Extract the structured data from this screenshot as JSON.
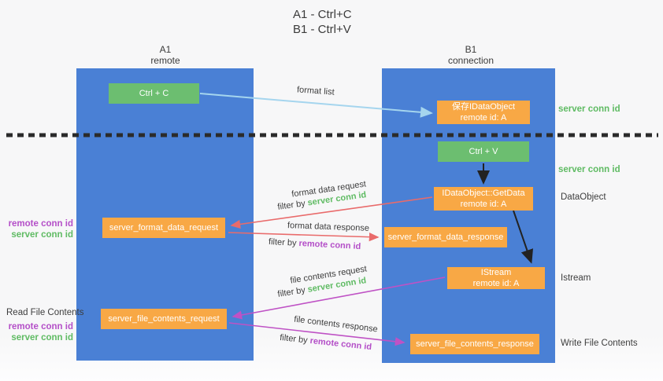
{
  "title": {
    "line1": "A1 - Ctrl+C",
    "line2": "B1 - Ctrl+V"
  },
  "lanes": {
    "left": {
      "title": "A1",
      "subtitle": "remote"
    },
    "right": {
      "title": "B1",
      "subtitle": "connection"
    }
  },
  "nodes": {
    "ctrl_c": {
      "label": "Ctrl + C"
    },
    "ctrl_v": {
      "label": "Ctrl + V"
    },
    "save_dataobject": {
      "line1": "保存IDataObject",
      "line2": "remote id: A"
    },
    "getdata": {
      "line1": "IDataObject::GetData",
      "line2": "remote id: A"
    },
    "istream": {
      "line1": "IStream",
      "line2": "remote id: A"
    },
    "server_format_data_request": {
      "label": "server_format_data_request"
    },
    "server_format_data_response": {
      "label": "server_format_data_response"
    },
    "server_file_contents_request": {
      "label": "server_file_contents_request"
    },
    "server_file_contents_response": {
      "label": "server_file_contents_response"
    }
  },
  "edge_labels": {
    "format_list": "format list",
    "format_data_request": "format data request",
    "format_data_response": "format data response",
    "file_contents_request": "file contents request",
    "file_contents_response": "file contents response",
    "filter_by": "filter by",
    "server_conn_id": "server conn id",
    "remote_conn_id": "remote conn id"
  },
  "side_labels": {
    "server_conn_id_top": "server conn id",
    "server_conn_id_mid": "server conn id",
    "dataobject": "DataObject",
    "istream": "Istream",
    "write_file_contents": "Write File Contents",
    "read_file_contents": "Read File Contents",
    "remote_conn_id_mid": "remote conn id",
    "server_conn_id_left_mid": "server conn id",
    "remote_conn_id_bottom": "remote conn id",
    "server_conn_id_left_bottom": "server conn id"
  },
  "colors": {
    "lane_blue": "#4a80d5",
    "box_green": "#6cbe70",
    "box_orange": "#f8a845",
    "text_green": "#5fbb63",
    "text_purple": "#b44fc8",
    "arrow_red": "#e96b6b",
    "arrow_magenta": "#bf52c5",
    "arrow_lightblue": "#a5d5ee",
    "arrow_black": "#222222",
    "divider_black": "#2b2b2b"
  }
}
